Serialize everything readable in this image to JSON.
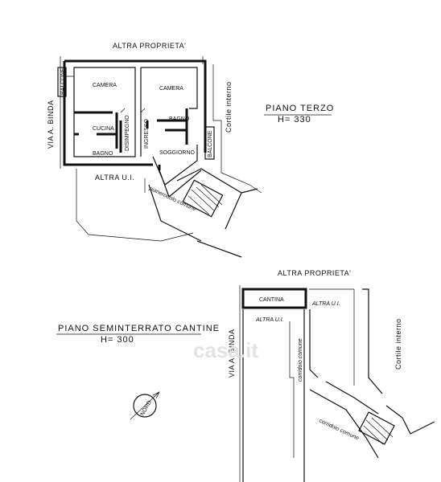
{
  "upper_plan": {
    "top_label": "ALTRA PROPRIETA'",
    "street_label": "VIA A. BINDA",
    "courtyard_label": "Cortile interno",
    "bottom_label": "ALTRA U.I.",
    "landing_label": "pianerottolo comune",
    "floor_title": "PIANO TERZO",
    "height_label": "H= 330",
    "rooms": {
      "camera_left": "CAMERA",
      "camera_right": "CAMERA",
      "cucina": "CUCINA",
      "bagno_left": "BAGNO",
      "bagno_right": "BAGNO",
      "disimpegno": "DISIMPEGNO",
      "ingresso": "INGRESSO",
      "soggiorno": "SOGGIORNO",
      "balcone_left": "BALCONE",
      "balcone_right": "BALCONE"
    }
  },
  "lower_plan": {
    "floor_title": "PIANO SEMINTERRATO CANTINE",
    "height_label": "H= 300",
    "top_label": "ALTRA PROPRIETA'",
    "cantina_label": "CANTINA",
    "other_unit_left": "ALTRA U.I.",
    "other_unit_right": "ALTRA U.I.",
    "street_label": "VIA A. BINDA",
    "corridor_vertical": "corridoio comune",
    "corridor_diagonal": "corridoio comune",
    "courtyard_label": "Cortile interno"
  },
  "compass": {
    "label": "NORD"
  },
  "watermark": {
    "text": "casa.it"
  }
}
